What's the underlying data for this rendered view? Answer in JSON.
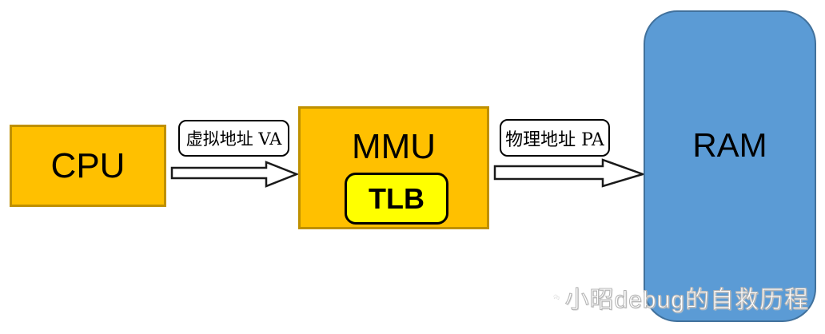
{
  "diagram": {
    "nodes": {
      "cpu": {
        "label": "CPU"
      },
      "mmu": {
        "label": "MMU"
      },
      "tlb": {
        "label": "TLB"
      },
      "ram": {
        "label": "RAM"
      }
    },
    "arrows": {
      "va": {
        "label": "虚拟地址 VA",
        "from": "CPU",
        "to": "MMU"
      },
      "pa": {
        "label": "物理地址 PA",
        "from": "MMU",
        "to": "RAM"
      }
    },
    "watermark": {
      "text": "小昭debug的自救历程",
      "icon": "wechat-logo"
    },
    "colors": {
      "page_bg": "#ffffff",
      "node_fill_orange": "#FFC000",
      "node_border_orange": "#BF9000",
      "tlb_fill": "#FFFF00",
      "tlb_border": "#000000",
      "ram_fill": "#5B9BD5",
      "ram_border": "#41719C",
      "arrow_fill": "#FFFFFF",
      "arrow_stroke": "#1a1a1a",
      "label_bg": "#FFFFFF",
      "label_border": "#000000",
      "watermark_text_color": "#FFFFFF"
    }
  }
}
